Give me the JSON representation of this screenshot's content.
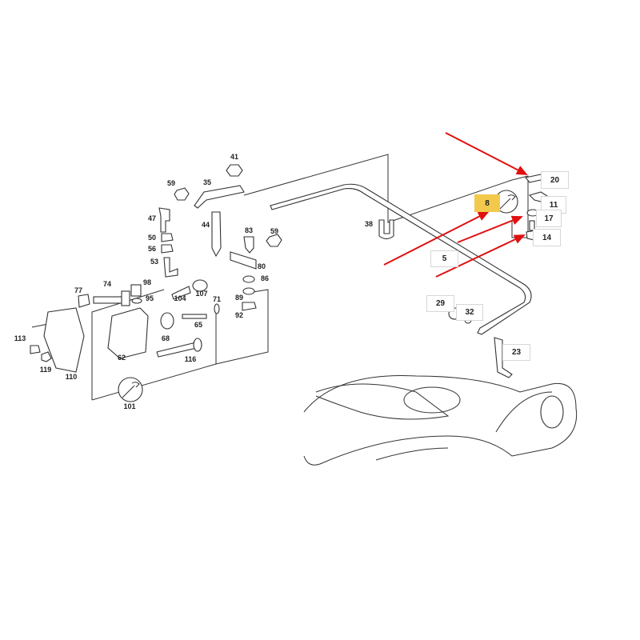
{
  "diagram": {
    "left_group_labels": [
      "41",
      "59",
      "35",
      "47",
      "44",
      "83",
      "59",
      "50",
      "56",
      "53",
      "80",
      "86",
      "77",
      "74",
      "98",
      "95",
      "104",
      "107",
      "71",
      "89",
      "92",
      "65",
      "68",
      "62",
      "116",
      "113",
      "119",
      "110",
      "101"
    ],
    "right_group_labels": {
      "p38": "38",
      "p20": "20",
      "p11": "11",
      "p17": "17",
      "p14": "14",
      "p8": "8",
      "p5": "5",
      "p29": "29",
      "p32": "32",
      "p23": "23"
    },
    "highlight_color": "#f2c94c",
    "arrow_color": "#e01010"
  }
}
